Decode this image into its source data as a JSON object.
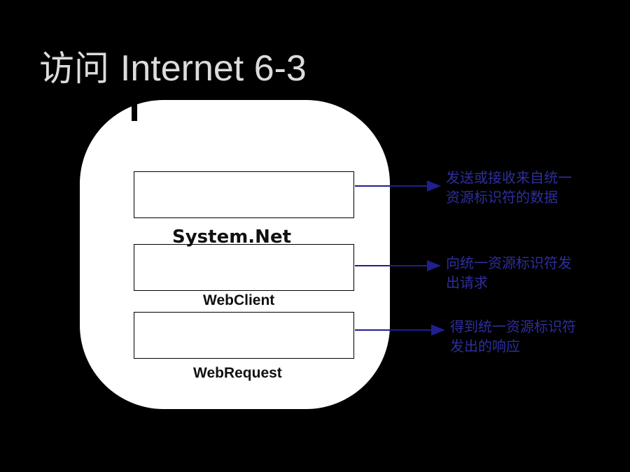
{
  "slide": {
    "title_cn": "访问",
    "title_en": "Internet 6-3"
  },
  "diagram": {
    "namespace_label": "System.Net",
    "boxes": [
      {
        "label": "",
        "description_line1": "发送或接收来自统一",
        "description_line2": "资源标识符的数据"
      },
      {
        "label": "WebClient",
        "description_line1": "向统一资源标识符发",
        "description_line2": "出请求"
      },
      {
        "label": "WebRequest",
        "description_line1": "得到统一资源标识符",
        "description_line2": "发出的响应"
      }
    ]
  },
  "colors": {
    "background": "#000000",
    "title": "#dcdcdc",
    "arrow": "#1f1f8f",
    "description": "#2e2e9e"
  }
}
